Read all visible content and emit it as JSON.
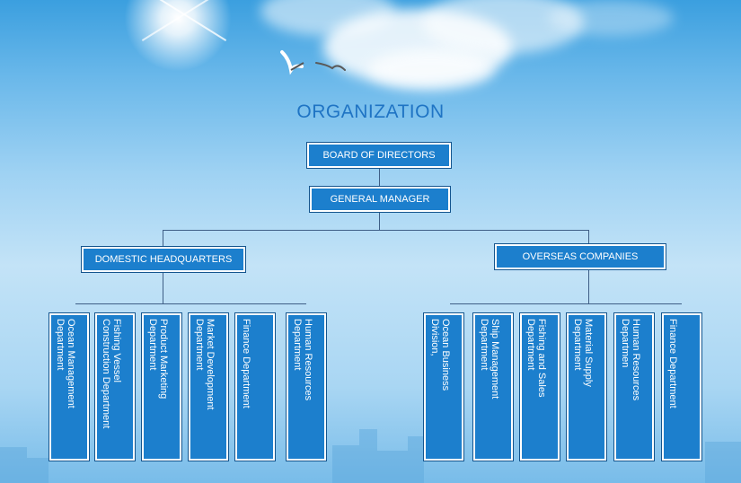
{
  "title": "ORGANIZATION",
  "board": "BOARD OF DIRECTORS",
  "general_manager": "GENERAL MANAGER",
  "domestic": {
    "label": "DOMESTIC HEADQUARTERS",
    "departments": [
      "Ocean Management\nDepartment",
      "Fishing Vessel\nConstruction Department",
      "Product Marketing\nDepartment",
      "Market Development\nDepartment",
      "Finance Department",
      "Human Resources\nDepartment"
    ]
  },
  "overseas": {
    "label": "OVERSEAS COMPANIES",
    "departments": [
      "Ocean Business\nDivision,",
      "Ship Management\nDepartment",
      "Fishing and Sales\nDepartment",
      "Material Supply\nDepartment",
      "Human Resources\nDepartmen",
      "Finance Department"
    ]
  },
  "colors": {
    "box_fill": "#1c7fcd",
    "box_text": "#ffffff",
    "title": "#1f74c4",
    "connector": "#3e5e86"
  }
}
